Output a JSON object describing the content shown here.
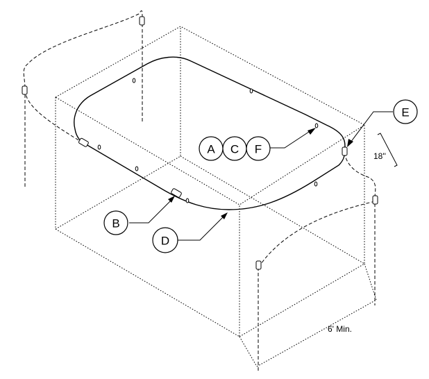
{
  "callouts": {
    "a": "A",
    "b": "B",
    "c": "C",
    "d": "D",
    "e": "E",
    "f": "F"
  },
  "dimensions": {
    "height": "18''",
    "min_distance": "6' Min."
  }
}
